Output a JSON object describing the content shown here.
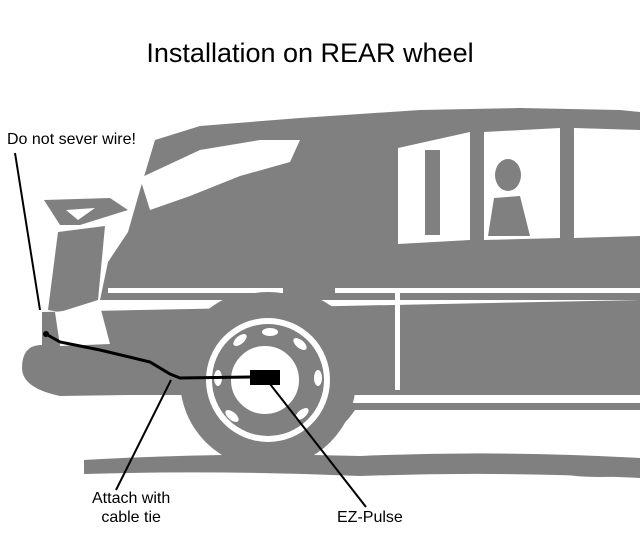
{
  "title": "Installation on REAR wheel",
  "labels": {
    "sever_warning": "Do not sever wire!",
    "attach_line1": "Attach with",
    "attach_line2": "cable tie",
    "sensor": "EZ-Pulse"
  },
  "colors": {
    "car_body": "#808080",
    "outline": "#000000",
    "background": "#ffffff"
  }
}
